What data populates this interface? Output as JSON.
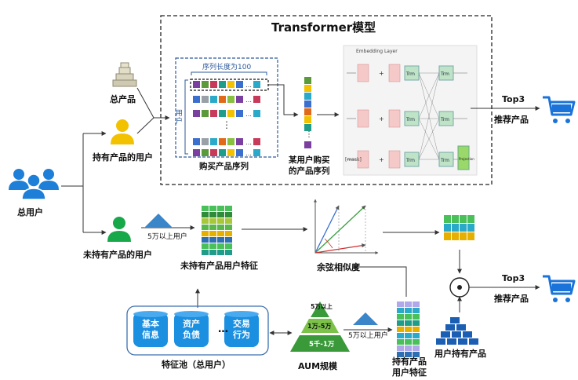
{
  "transformer": {
    "title": "Transformer模型",
    "seq_length_label": "序列长度为100",
    "users_axis_label": "用户",
    "purchase_seq_caption": "购买产品序列",
    "user_seq_caption_line1": "某用户购买",
    "user_seq_caption_line2": "的产品序列",
    "embedding_label": "Embedding Layer",
    "trm_label": "Trm",
    "projection_label": "Projection",
    "mask_label": "[mask]"
  },
  "left": {
    "all_products": "总产品",
    "holding_users": "持有产品的用户",
    "all_users": "总用户",
    "non_holding_users": "未持有产品的用户"
  },
  "top_output": {
    "top3": "Top3",
    "recommend": "推荐产品"
  },
  "middle": {
    "over_50k": "5万以上用户",
    "non_holding_features": "未持有产品用户特征",
    "cosine": "余弦相似度"
  },
  "bottom": {
    "feature_pool_items": [
      "基本\n信息",
      "资产\n负债",
      "交易\n行为"
    ],
    "ellipsis": "…",
    "feature_pool_caption": "特征池（总用户）",
    "aum_levels": [
      "5万以上",
      "1万-5万",
      "5千-1万"
    ],
    "aum_caption": "AUM规模",
    "over_50k_users": "5万以上用户",
    "holding_features_line1": "持有产品",
    "holding_features_line2": "用户特征",
    "user_products": "用户持有产品",
    "top3": "Top3",
    "recommend": "推荐产品"
  },
  "colors": {
    "user_blue": "#1e7fd8",
    "user_yellow": "#f2c200",
    "user_green": "#17a84a",
    "triangle_blue": "#3a86c8",
    "cart_blue": "#1a73d9",
    "aum_green_dark": "#3a9a3a",
    "aum_green_light": "#7cc24a"
  }
}
